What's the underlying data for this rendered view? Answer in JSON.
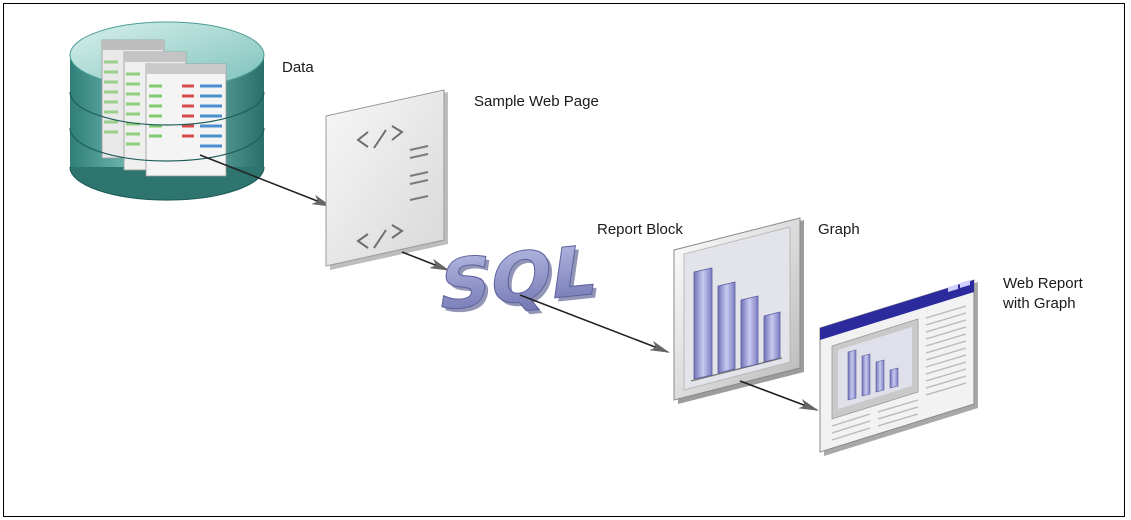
{
  "labels": {
    "data": "Data",
    "sample_web_page": "Sample Web Page",
    "sql": "SQL",
    "report_block": "Report Block",
    "graph": "Graph",
    "web_report": "Web Report with Graph"
  },
  "colors": {
    "database": "#5fb3ad",
    "sql_text": "#8a8fc4",
    "bars": "#8d8fd0",
    "window_title": "#2b2b9e",
    "arrow": "#222222"
  }
}
